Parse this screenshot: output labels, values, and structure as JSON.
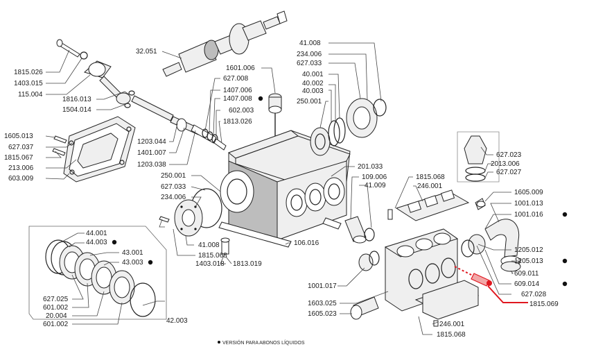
{
  "diagram": {
    "highlight_color": "#e0171f",
    "parts": {
      "p32051": "32.051",
      "p1815026": "1815.026",
      "p1403015": "1403.015",
      "p115004": "115.004",
      "p1816013": "1816.013",
      "p1504014": "1504.014",
      "p1605013": "1605.013",
      "p627037": "627.037",
      "p1815067": "1815.067",
      "p213006": "213.006",
      "p603009": "603.009",
      "p1601006": "1601.006",
      "p627008": "627.008",
      "p1407006": "1407.006",
      "p1407008": "1407.008",
      "p602003": "602.003",
      "p1813026": "1813.026",
      "p1203044": "1203.044",
      "p1401007": "1401.007",
      "p1203038": "1203.038",
      "p250001a": "250.001",
      "p627033a": "627.033",
      "p234006a": "234.006",
      "p41008a": "41.008",
      "p234006b": "234.006",
      "p627033b": "627.033",
      "p40001": "40.001",
      "p40002": "40.002",
      "p40003": "40.003",
      "p250001b": "250.001",
      "p201033": "201.033",
      "p109006": "109.006",
      "p41009": "41.009",
      "p1815068a": "1815.068",
      "p246001a": "246.001",
      "p627023": "627.023",
      "p2013006": "2013.006",
      "p627027": "627.027",
      "p1605009": "1605.009",
      "p1001013": "1001.013",
      "p1001016": "1001.016",
      "p41008b": "41.008",
      "p1815068b": "1815.068",
      "p1403018": "1403.018",
      "p1813019": "1813.019",
      "p106016": "106.016",
      "p44001": "44.001",
      "p44003": "44.003",
      "p43001": "43.001",
      "p43003": "43.003",
      "p627025": "627.025",
      "p601002a": "601.002",
      "p20004": "20.004",
      "p601002b": "601.002",
      "p42003": "42.003",
      "p1205012": "1205.012",
      "p1205013": "1205.013",
      "p609011": "609.011",
      "p609014": "609.014",
      "p627028": "627.028",
      "p1815069": "1815.069",
      "p1001017": "1001.017",
      "p1603025": "1603.025",
      "p1605023": "1605.023",
      "p246001b": "246.001",
      "p1815068c": "1815.068"
    },
    "footnote": "VERSIÓN PARA ABONOS LÍQUIDOS"
  }
}
